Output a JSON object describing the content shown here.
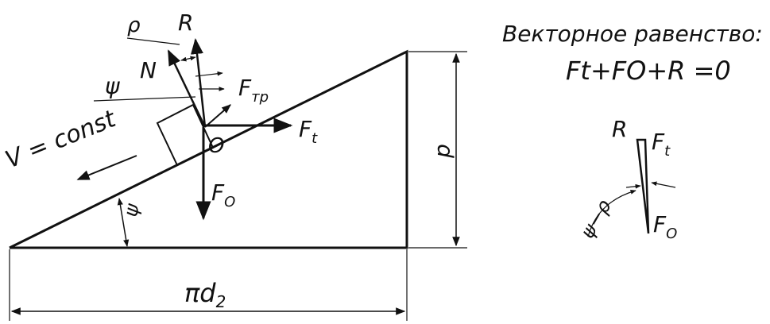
{
  "labels": {
    "rho": "ρ",
    "R": "R",
    "psi": "ψ",
    "N": "N",
    "F_tr_main": "F",
    "F_tr_sub": "тр",
    "F_t_main": "F",
    "F_t_sub": "t",
    "O": "O",
    "F_o_main": "F",
    "F_o_sub": "O",
    "v_const": "V = const",
    "psi_small": "ψ",
    "p": "p",
    "pi_d": "πd",
    "pi_d_sub": "2"
  },
  "equation": {
    "title": "Векторное равенство:",
    "text": "Ft+FO+R =0"
  },
  "vector_triangle": {
    "R": "R",
    "F_t_main": "F",
    "F_t_sub": "t",
    "F_o_main": "F",
    "F_o_sub": "O",
    "angle": "ψ−ρ"
  }
}
